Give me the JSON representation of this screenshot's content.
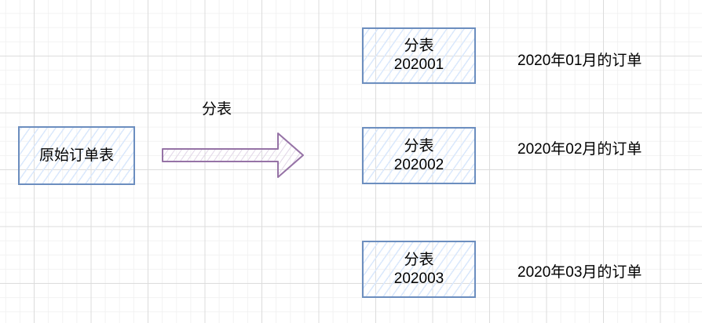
{
  "source_node": {
    "label": "原始订单表"
  },
  "arrow": {
    "label": "分表",
    "color": "#9673a6",
    "fill": "#e1d5e7"
  },
  "colors": {
    "node_border": "#6c8ebf",
    "node_fill": "#dae8fc"
  },
  "shards": [
    {
      "line1": "分表",
      "line2": "202001",
      "description": "2020年01月的订单"
    },
    {
      "line1": "分表",
      "line2": "202002",
      "description": "2020年02月的订单"
    },
    {
      "line1": "分表",
      "line2": "202003",
      "description": "2020年03月的订单"
    }
  ]
}
